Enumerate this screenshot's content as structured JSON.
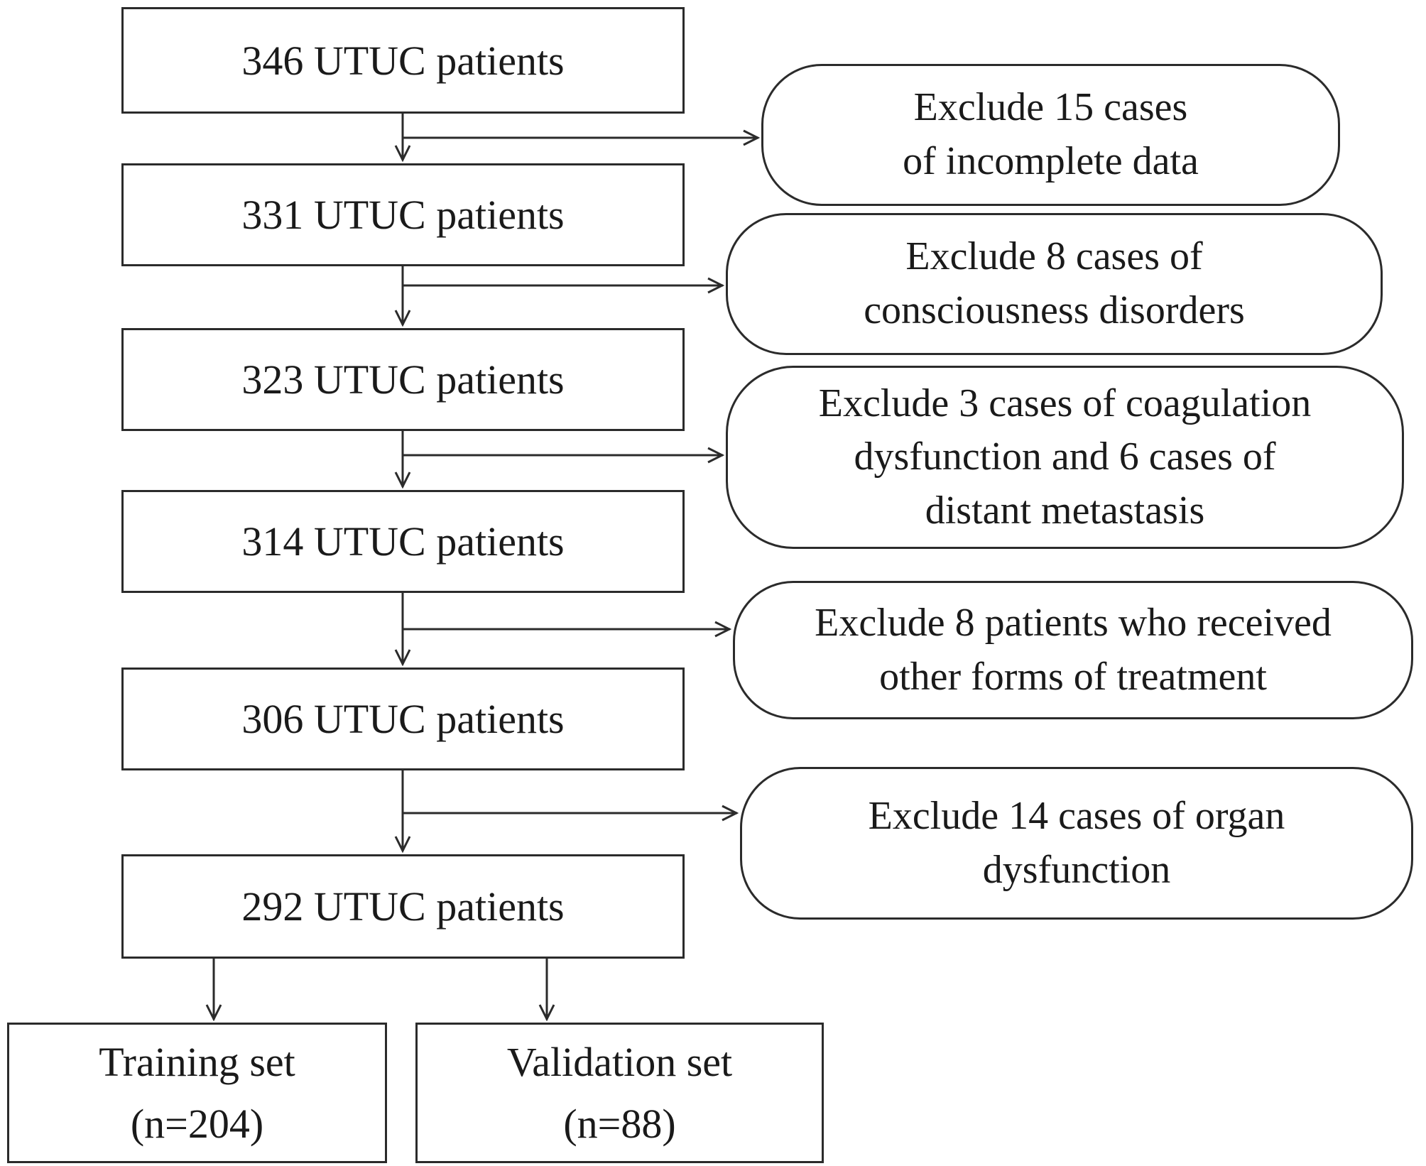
{
  "flowchart": {
    "patient_boxes": [
      {
        "label": "346 UTUC patients"
      },
      {
        "label": "331 UTUC patients"
      },
      {
        "label": "323 UTUC patients"
      },
      {
        "label": "314 UTUC patients"
      },
      {
        "label": "306 UTUC patients"
      },
      {
        "label": "292 UTUC patients"
      }
    ],
    "exclusion_boxes": [
      {
        "label": "Exclude 15 cases\nof incomplete data"
      },
      {
        "label": "Exclude 8 cases of\nconsciousness disorders"
      },
      {
        "label": "Exclude 3 cases of coagulation\ndysfunction and 6 cases of\ndistant metastasis"
      },
      {
        "label": "Exclude 8 patients who received\nother forms of treatment"
      },
      {
        "label": "Exclude 14 cases of organ\ndysfunction"
      }
    ],
    "outcome_boxes": [
      {
        "name": "Training set",
        "count": "(n=204)"
      },
      {
        "name": "Validation set",
        "count": "(n=88)"
      }
    ],
    "colors": {
      "border": "#2b2b2b",
      "text": "#1a1a1a",
      "background": "#ffffff"
    }
  }
}
